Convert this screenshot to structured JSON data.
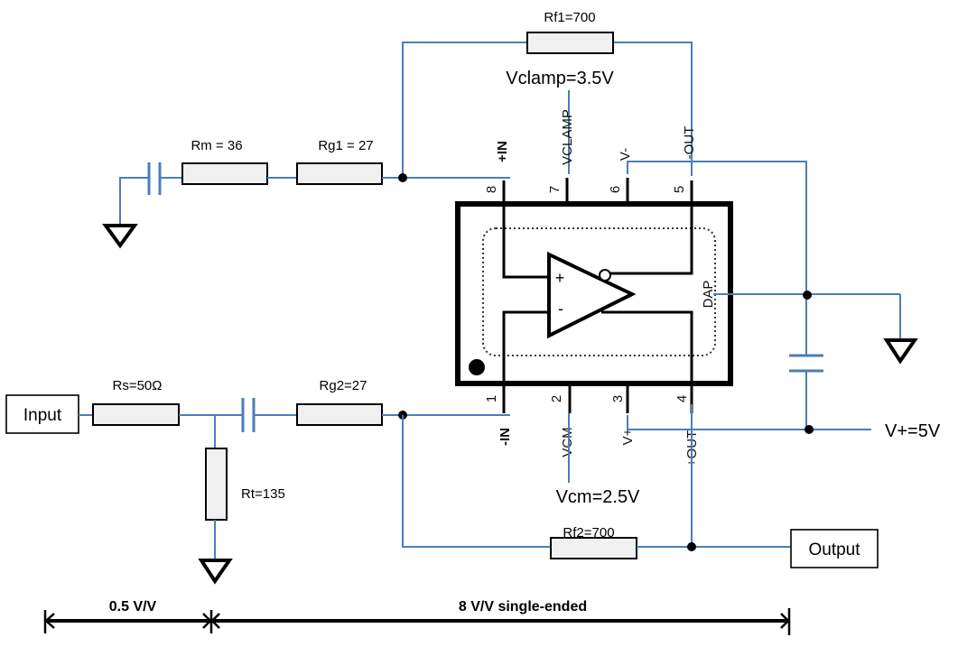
{
  "diagram": {
    "title": "Fully differential amplifier single-ended to differential circuit",
    "components": {
      "rf1": "Rf1=700",
      "rm": "Rm = 36",
      "rg1": "Rg1 = 27",
      "rs": "Rs=50Ω",
      "rg2": "Rg2=27",
      "rt": "Rt=135",
      "rf2": "Rf2=700"
    },
    "supplies": {
      "vclamp": "Vclamp=3.5V",
      "vcm": "Vcm=2.5V",
      "vplus": "V+=5V"
    },
    "ports": {
      "input": "Input",
      "output": "Output"
    },
    "ic": {
      "top_pins": [
        {
          "num": "8",
          "name": "+IN"
        },
        {
          "num": "7",
          "name": "VCLAMP"
        },
        {
          "num": "6",
          "name": "V-"
        },
        {
          "num": "5",
          "name": "-OUT"
        }
      ],
      "bottom_pins": [
        {
          "num": "1",
          "name": "-IN"
        },
        {
          "num": "2",
          "name": "VCM"
        },
        {
          "num": "3",
          "name": "V+"
        },
        {
          "num": "4",
          "name": "+OUT"
        }
      ],
      "dap": "DAP",
      "plus_sign": "+",
      "minus_sign": "-"
    },
    "gain_annotations": {
      "stage1": "0.5 V/V",
      "stage2": "8 V/V single-ended"
    }
  }
}
